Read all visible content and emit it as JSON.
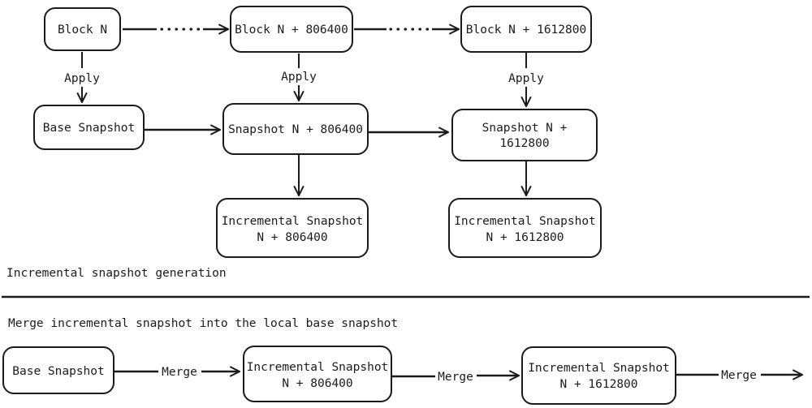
{
  "colors": {
    "stroke": "#1b1b1b",
    "background": "#ffffff"
  },
  "generation": {
    "section_label": "Incremental snapshot generation",
    "apply_label": "Apply",
    "block_n": "Block N",
    "block_806400": "Block N + 806400",
    "block_1612800": "Block N + 1612800",
    "base_snapshot": "Base Snapshot",
    "snapshot_806400": "Snapshot N + 806400",
    "snapshot_1612800_line1": "Snapshot N +",
    "snapshot_1612800_line2": "1612800",
    "incremental_806400_line1": "Incremental Snapshot",
    "incremental_806400_line2": "N + 806400",
    "incremental_1612800_line1": "Incremental Snapshot",
    "incremental_1612800_line2": "N + 1612800"
  },
  "merge": {
    "section_label": "Merge incremental snapshot into the local base snapshot",
    "merge_label": "Merge",
    "base_snapshot": "Base Snapshot",
    "incremental_806400_line1": "Incremental Snapshot",
    "incremental_806400_line2": "N + 806400",
    "incremental_1612800_line1": "Incremental Snapshot",
    "incremental_1612800_line2": "N + 1612800"
  }
}
